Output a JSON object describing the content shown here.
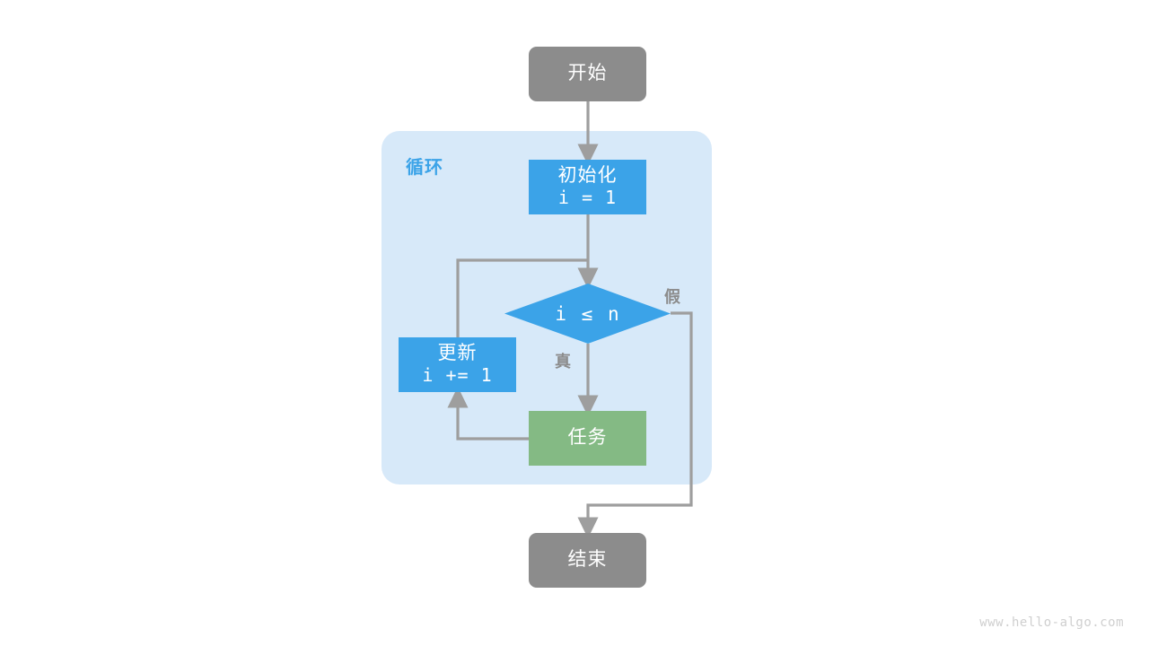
{
  "diagram": {
    "title": "for-loop-flowchart",
    "watermark": "www.hello-algo.com",
    "colors": {
      "terminal_gray": "#8c8c8c",
      "process_blue": "#3ba3e8",
      "task_green": "#84ba84",
      "loop_background": "#d7e9f9",
      "edge_gray": "#9e9e9e",
      "label_blue": "#3ba3e8"
    },
    "loop_group": {
      "label": "循环"
    },
    "nodes": {
      "start": {
        "label": "开始",
        "shape": "terminal"
      },
      "init": {
        "label": "初始化",
        "code": "i = 1",
        "shape": "process"
      },
      "condition": {
        "label": "i ≤ n",
        "shape": "diamond"
      },
      "update": {
        "label": "更新",
        "code": "i += 1",
        "shape": "process"
      },
      "task": {
        "label": "任务",
        "shape": "task"
      },
      "end": {
        "label": "结束",
        "shape": "terminal"
      }
    },
    "edge_labels": {
      "true_branch": "真",
      "false_branch": "假"
    }
  }
}
